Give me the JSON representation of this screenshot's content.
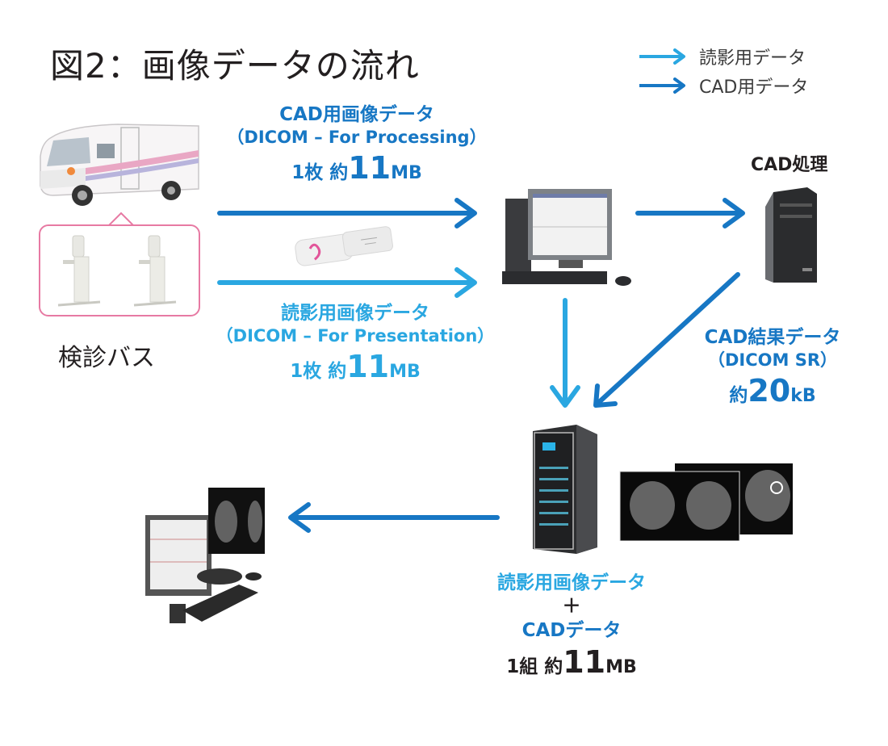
{
  "title": "図2：画像データの流れ",
  "legend": {
    "items": [
      {
        "label": "読影用データ",
        "color": "#2aa7e1",
        "icon": "arrow-right-light-icon"
      },
      {
        "label": "CAD用データ",
        "color": "#1777c4",
        "icon": "arrow-right-dark-icon"
      }
    ]
  },
  "colors": {
    "cad_arrow": "#1777c4",
    "reading_arrow": "#2aa7e1",
    "callout_border": "#e77aa3"
  },
  "nodes": {
    "bus": {
      "label": "検診バス",
      "icon": "mobile-screening-bus-icon",
      "equipment_icon": "mammography-unit-icon"
    },
    "usb": {
      "icon": "usb-memory-icon"
    },
    "workstation": {
      "icon": "desktop-workstation-icon"
    },
    "cad_server": {
      "label": "CAD処理",
      "icon": "cad-tower-server-icon"
    },
    "image_server": {
      "icon": "image-server-rack-icon",
      "images_icon": "mammogram-images-icon"
    },
    "viewer": {
      "icon": "reading-viewer-workstation-icon"
    }
  },
  "flows": {
    "cad_image": {
      "title": "CAD用画像データ",
      "format": "（DICOM – For Processing）",
      "count": "1枚 約",
      "size": "11",
      "unit": "MB"
    },
    "reading_image": {
      "title": "読影用画像データ",
      "format": "（DICOM – For Presentation）",
      "count": "1枚 約",
      "size": "11",
      "unit": "MB"
    },
    "cad_result": {
      "title": "CAD結果データ",
      "format": "（DICOM SR）",
      "count": "約",
      "size": "20",
      "unit": "kB"
    },
    "combined": {
      "title": "読影用画像データ",
      "plus": "＋",
      "title2": "CADデータ",
      "count": "1組 約",
      "size": "11",
      "unit": "MB"
    }
  }
}
